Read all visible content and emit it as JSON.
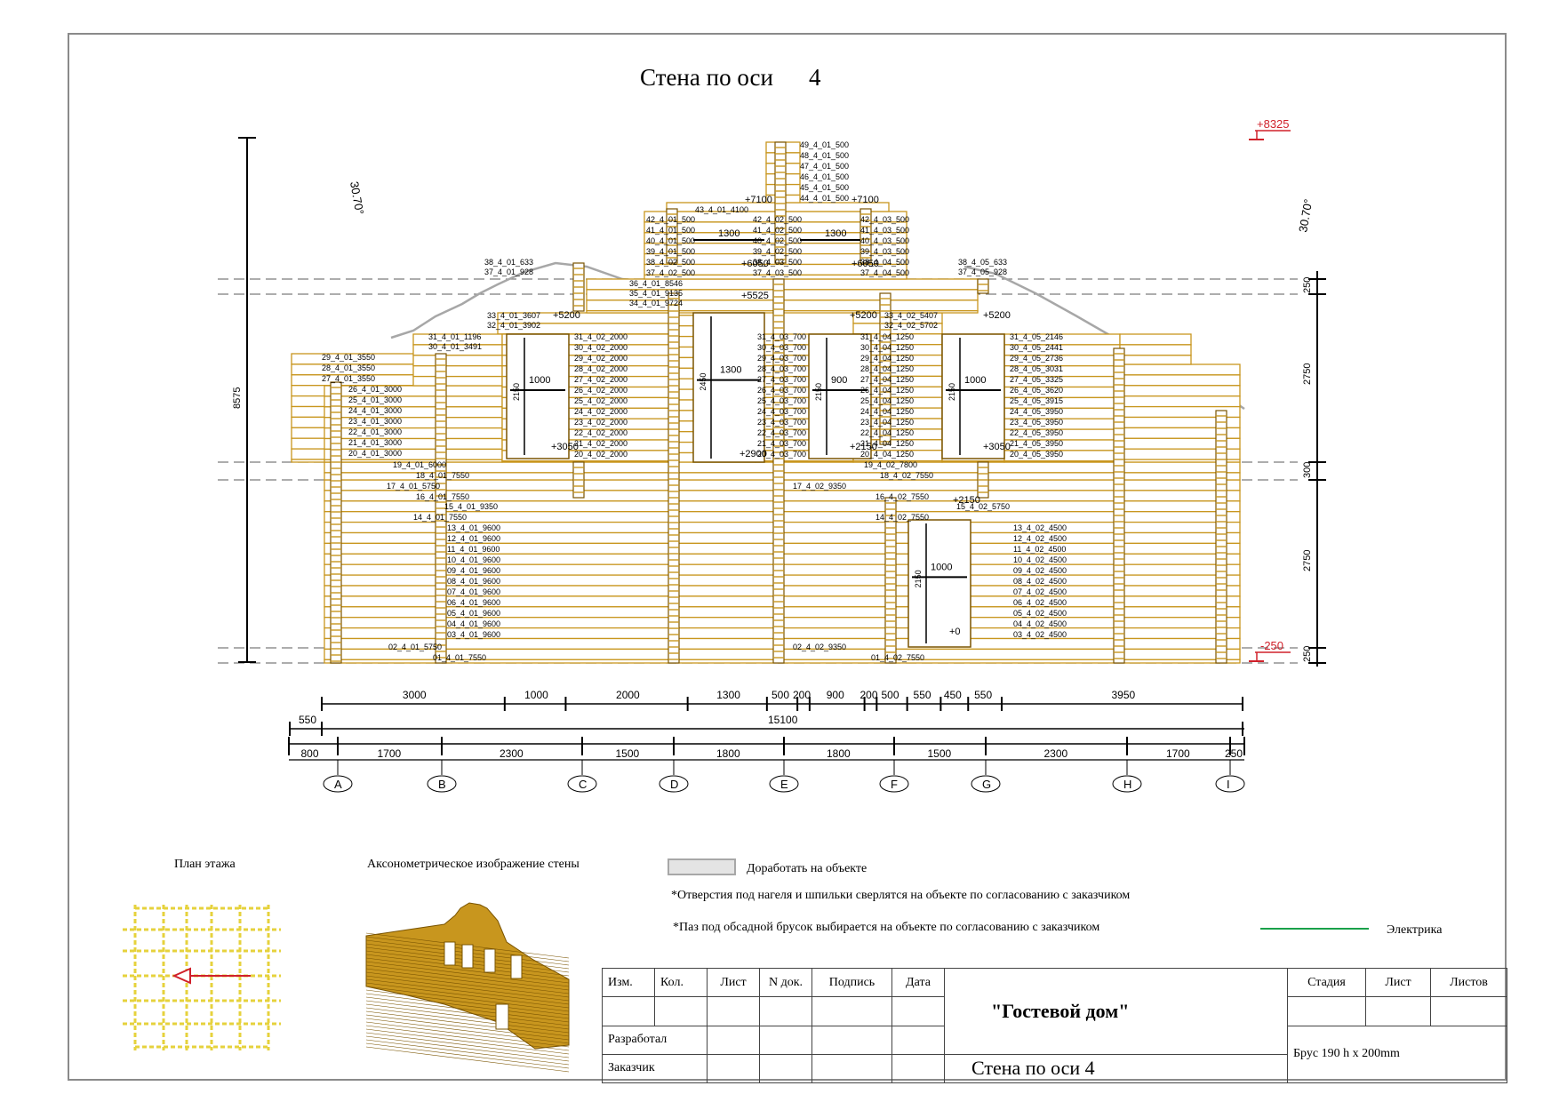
{
  "sheet": {
    "title": "Стена по оси",
    "title_axis": "4"
  },
  "levels": {
    "top": "+8325",
    "bottom": "-250",
    "window_top_left": "+5200",
    "window_top_right": "+5200",
    "window_top_mid": "+5200",
    "sill_left": "+3050",
    "sill_right": "+3050",
    "sill_mid": "+2150",
    "door_top": "+2900",
    "lower_window_top": "+2150",
    "floor": "+0",
    "ridge_left": "+7100",
    "ridge_right": "+7100",
    "mid_left": "+6050",
    "mid_right": "+6050",
    "beam": "+5525"
  },
  "angles": {
    "left": "30.70°",
    "right": "30.70°"
  },
  "vertical_dims": {
    "overall": "8575",
    "right": [
      "250",
      "2750",
      "300",
      "2750",
      "250"
    ]
  },
  "openings": {
    "w1_width": "1000",
    "w1_height": "2150",
    "w2_width": "1300",
    "w2_height": "2450",
    "w3_width": "900",
    "w3_height": "2150",
    "w4_width": "1000",
    "w4_height": "2150",
    "door_width": "1000",
    "door_height": "2150",
    "top_gap_left": "1300",
    "top_gap_right": "1300"
  },
  "logs_left": [
    "49_4_01_500",
    "48_4_01_500",
    "47_4_01_500",
    "46_4_01_500",
    "45_4_01_500",
    "44_4_01_500"
  ],
  "log_labels": {
    "l43": "43_4_01_4100",
    "tower_left": [
      "42_4_01_500",
      "41_4_01_500",
      "40_4_01_500",
      "39_4_01_500",
      "38_4_02_500",
      "37_4_02_500"
    ],
    "tower_mid": [
      "42_4_02_500",
      "41_4_02_500",
      "40_4_02_500",
      "39_4_02_500",
      "38_4_03_500",
      "37_4_03_500"
    ],
    "tower_right": [
      "42_4_03_500",
      "41_4_03_500",
      "40_4_03_500",
      "39_4_03_500",
      "38_4_04_500",
      "37_4_04_500"
    ],
    "gable_left_top": [
      "38_4_01_633",
      "37_4_01_928"
    ],
    "gable_right_top": [
      "38_4_05_633",
      "37_4_05_928"
    ],
    "long_top": [
      "36_4_01_8546",
      "35_4_01_9135",
      "34_4_01_9724"
    ],
    "left_upper": [
      "33_4_01_3607",
      "32_4_01_3902",
      "31_4_01_1196",
      "30_4_01_3491"
    ],
    "far_left": [
      "29_4_01_3550",
      "28_4_01_3550",
      "27_4_01_3550",
      "26_4_01_3000",
      "25_4_01_3000",
      "24_4_01_3000",
      "23_4_01_3000",
      "22_4_01_3000",
      "21_4_01_3000",
      "20_4_01_3000"
    ],
    "col_c": [
      "31_4_02_2000",
      "30_4_02_2000",
      "29_4_02_2000",
      "28_4_02_2000",
      "27_4_02_2000",
      "26_4_02_2000",
      "25_4_02_2000",
      "24_4_02_2000",
      "23_4_02_2000",
      "22_4_02_2000",
      "21_4_02_2000",
      "20_4_02_2000"
    ],
    "col_e": [
      "31_4_03_700",
      "30_4_03_700",
      "29_4_03_700",
      "28_4_03_700",
      "27_4_03_700",
      "26_4_03_700",
      "25_4_03_700",
      "24_4_03_700",
      "23_4_03_700",
      "22_4_03_700",
      "21_4_03_700",
      "20_4_03_700"
    ],
    "col_f": [
      "31_4_04_1250",
      "30_4_04_1250",
      "29_4_04_1250",
      "28_4_04_1250",
      "27_4_04_1250",
      "26_4_04_1250",
      "25_4_04_1250",
      "24_4_04_1250",
      "23_4_04_1250",
      "22_4_04_1250",
      "21_4_04_1250",
      "20_4_04_1250"
    ],
    "right_upper": [
      "33_4_02_5407",
      "32_4_02_5702"
    ],
    "far_right": [
      "31_4_05_2146",
      "30_4_05_2441",
      "29_4_05_2736",
      "28_4_05_3031",
      "27_4_05_3325",
      "26_4_05_3620",
      "25_4_05_3915",
      "24_4_05_3950",
      "23_4_05_3950",
      "22_4_05_3950",
      "21_4_05_3950",
      "20_4_05_3950"
    ],
    "mid_band": [
      "19_4_01_6000",
      "18_4_01_7550",
      "17_4_01_5750",
      "16_4_01_7550",
      "15_4_01_9350",
      "14_4_01_7550"
    ],
    "mid_band_right": [
      "19_4_02_7800",
      "18_4_02_7550",
      "17_4_02_9350",
      "16_4_02_7550",
      "15_4_02_5750",
      "14_4_02_7550"
    ],
    "lower_left": [
      "13_4_01_9600",
      "12_4_01_9600",
      "11_4_01_9600",
      "10_4_01_9600",
      "09_4_01_9600",
      "08_4_01_9600",
      "07_4_01_9600",
      "06_4_01_9600",
      "05_4_01_9600",
      "04_4_01_9600",
      "03_4_01_9600"
    ],
    "lower_right": [
      "13_4_02_4500",
      "12_4_02_4500",
      "11_4_02_4500",
      "10_4_02_4500",
      "09_4_02_4500",
      "08_4_02_4500",
      "07_4_02_4500",
      "06_4_02_4500",
      "05_4_02_4500",
      "04_4_02_4500",
      "03_4_02_4500"
    ],
    "bottom": [
      "02_4_01_5750",
      "02_4_02_9350",
      "01_4_01_7550",
      "01_4_02_7550"
    ]
  },
  "dims_row1": [
    "3000",
    "1000",
    "2000",
    "1300",
    "500",
    "200",
    "900",
    "200",
    "500",
    "550",
    "450",
    "550",
    "3950"
  ],
  "dims_row2_total": "15100",
  "dims_row2_offset": "550",
  "dims_row3": [
    "800",
    "1700",
    "2300",
    "1500",
    "1800",
    "1800",
    "1500",
    "2300",
    "1700",
    "250"
  ],
  "axes": [
    "A",
    "B",
    "C",
    "D",
    "E",
    "F",
    "G",
    "H",
    "I"
  ],
  "captions": {
    "plan": "План этажа",
    "axo": "Аксонометрическое изображение стены"
  },
  "legend": {
    "rework": "Доработать на объекте",
    "note1": "*Отверстия под нагеля и шпильки сверлятся на объекте по согласованию с заказчиком",
    "note2": "*Паз под обсадной брусок выбирается на объекте по согласованию с заказчиком",
    "electric": "Электрика"
  },
  "colors": {
    "wood": "#c8961e",
    "wood_dark": "#7a5400",
    "plan": "#e6d23c",
    "electric": "#1aa04a",
    "level_red": "#d0202a",
    "gray_roof": "#a7a7a7"
  },
  "title_block": {
    "h_izm": "Изм.",
    "h_kol": "Кол.",
    "h_list": "Лист",
    "h_ndok": "N док.",
    "h_podp": "Подпись",
    "h_data": "Дата",
    "razrab": "Разработал",
    "zakaz": "Заказчик",
    "project": "\"Гостевой дом\"",
    "sheet_name": "Стена по оси   4",
    "stadia": "Стадия",
    "list": "Лист",
    "listov": "Листов",
    "material": "Брус 190  h x  200mm"
  }
}
